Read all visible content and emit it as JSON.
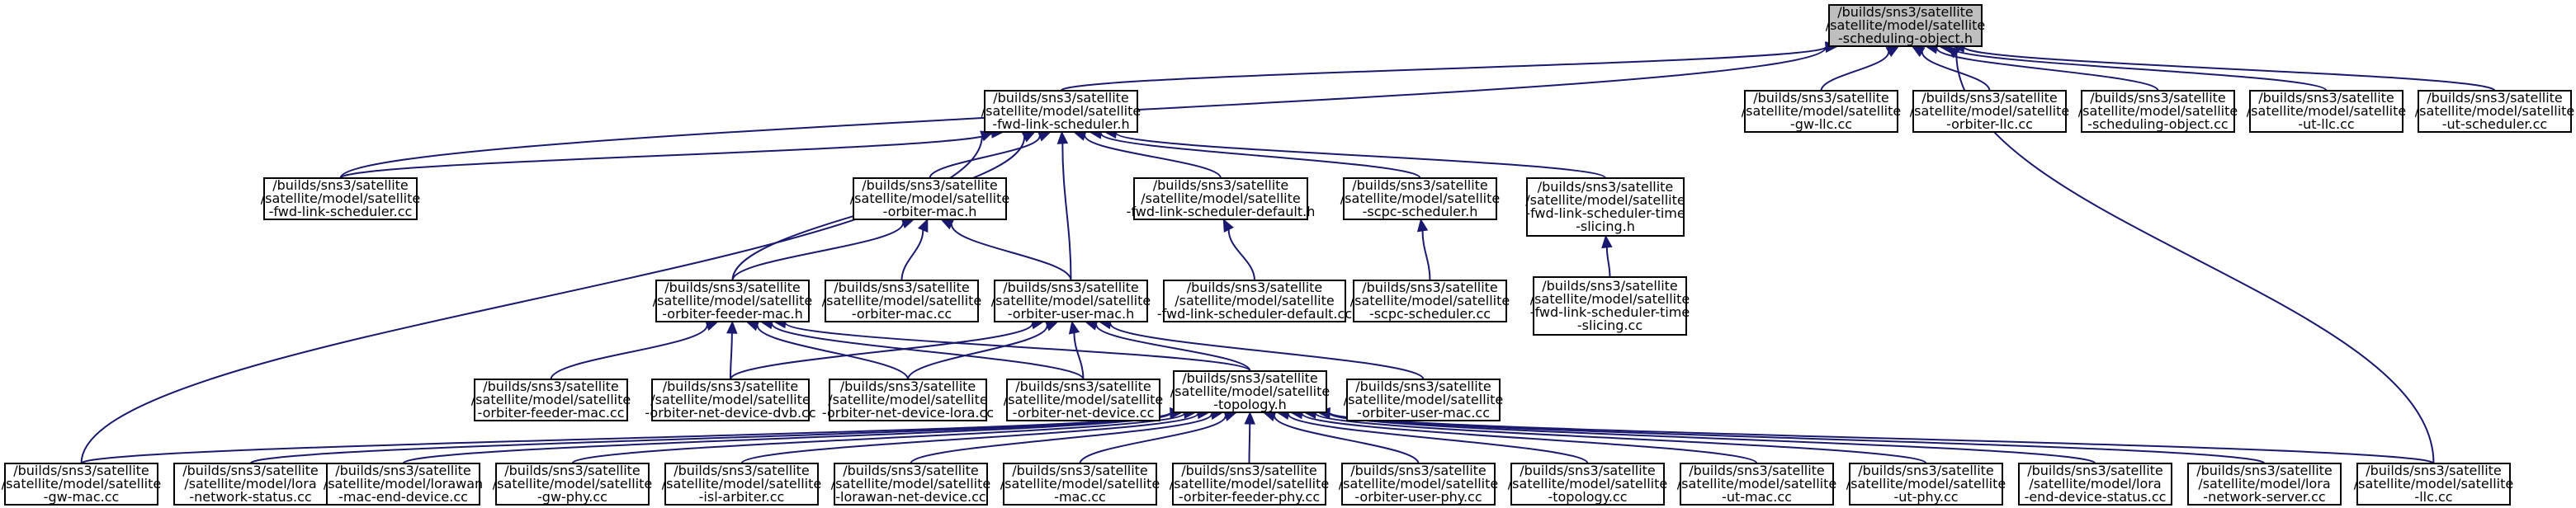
{
  "colors": {
    "edge": "#191970",
    "node_border": "#000000",
    "node_fill": "#ffffff",
    "root_fill": "#bfbfbf"
  },
  "nodes": [
    {
      "id": "n0",
      "lines": [
        "/builds/sns3/satellite",
        "/satellite/model/satellite",
        "-scheduling-object.h"
      ],
      "root": true
    },
    {
      "id": "n1",
      "lines": [
        "/builds/sns3/satellite",
        "/satellite/model/satellite",
        "-fwd-link-scheduler.h"
      ]
    },
    {
      "id": "n2",
      "lines": [
        "/builds/sns3/satellite",
        "/satellite/model/satellite",
        "-gw-llc.cc"
      ]
    },
    {
      "id": "n3",
      "lines": [
        "/builds/sns3/satellite",
        "/satellite/model/satellite",
        "-orbiter-llc.cc"
      ]
    },
    {
      "id": "n4",
      "lines": [
        "/builds/sns3/satellite",
        "/satellite/model/satellite",
        "-scheduling-object.cc"
      ]
    },
    {
      "id": "n5",
      "lines": [
        "/builds/sns3/satellite",
        "/satellite/model/satellite",
        "-ut-llc.cc"
      ]
    },
    {
      "id": "n6",
      "lines": [
        "/builds/sns3/satellite",
        "/satellite/model/satellite",
        "-ut-scheduler.cc"
      ]
    },
    {
      "id": "n7",
      "lines": [
        "/builds/sns3/satellite",
        "/satellite/model/satellite",
        "-fwd-link-scheduler.cc"
      ]
    },
    {
      "id": "n8",
      "lines": [
        "/builds/sns3/satellite",
        "/satellite/model/satellite",
        "-orbiter-mac.h"
      ]
    },
    {
      "id": "n9",
      "lines": [
        "/builds/sns3/satellite",
        "/satellite/model/satellite",
        "-fwd-link-scheduler-default.h"
      ]
    },
    {
      "id": "n10",
      "lines": [
        "/builds/sns3/satellite",
        "/satellite/model/satellite",
        "-scpc-scheduler.h"
      ]
    },
    {
      "id": "n11",
      "lines": [
        "/builds/sns3/satellite",
        "/satellite/model/satellite",
        "-fwd-link-scheduler-time",
        "-slicing.h"
      ]
    },
    {
      "id": "n12",
      "lines": [
        "/builds/sns3/satellite",
        "/satellite/model/satellite",
        "-orbiter-feeder-mac.h"
      ]
    },
    {
      "id": "n13",
      "lines": [
        "/builds/sns3/satellite",
        "/satellite/model/satellite",
        "-orbiter-mac.cc"
      ]
    },
    {
      "id": "n14",
      "lines": [
        "/builds/sns3/satellite",
        "/satellite/model/satellite",
        "-orbiter-user-mac.h"
      ]
    },
    {
      "id": "n15",
      "lines": [
        "/builds/sns3/satellite",
        "/satellite/model/satellite",
        "-fwd-link-scheduler-default.cc"
      ]
    },
    {
      "id": "n16",
      "lines": [
        "/builds/sns3/satellite",
        "/satellite/model/satellite",
        "-scpc-scheduler.cc"
      ]
    },
    {
      "id": "n17",
      "lines": [
        "/builds/sns3/satellite",
        "/satellite/model/satellite",
        "-fwd-link-scheduler-time",
        "-slicing.cc"
      ]
    },
    {
      "id": "n18",
      "lines": [
        "/builds/sns3/satellite",
        "/satellite/model/satellite",
        "-orbiter-feeder-mac.cc"
      ]
    },
    {
      "id": "n19",
      "lines": [
        "/builds/sns3/satellite",
        "/satellite/model/satellite",
        "-orbiter-net-device-dvb.cc"
      ]
    },
    {
      "id": "n20",
      "lines": [
        "/builds/sns3/satellite",
        "/satellite/model/satellite",
        "-orbiter-net-device-lora.cc"
      ]
    },
    {
      "id": "n21",
      "lines": [
        "/builds/sns3/satellite",
        "/satellite/model/satellite",
        "-orbiter-net-device.cc"
      ]
    },
    {
      "id": "n22",
      "lines": [
        "/builds/sns3/satellite",
        "/satellite/model/satellite",
        "-topology.h"
      ]
    },
    {
      "id": "n23",
      "lines": [
        "/builds/sns3/satellite",
        "/satellite/model/satellite",
        "-orbiter-user-mac.cc"
      ]
    },
    {
      "id": "n24",
      "lines": [
        "/builds/sns3/satellite",
        "/satellite/model/satellite",
        "-gw-mac.cc"
      ]
    },
    {
      "id": "n25",
      "lines": [
        "/builds/sns3/satellite",
        "/satellite/model/lora",
        "-network-status.cc"
      ]
    },
    {
      "id": "n26",
      "lines": [
        "/builds/sns3/satellite",
        "/satellite/model/lorawan",
        "-mac-end-device.cc"
      ]
    },
    {
      "id": "n27",
      "lines": [
        "/builds/sns3/satellite",
        "/satellite/model/satellite",
        "-gw-phy.cc"
      ]
    },
    {
      "id": "n28",
      "lines": [
        "/builds/sns3/satellite",
        "/satellite/model/satellite",
        "-isl-arbiter.cc"
      ]
    },
    {
      "id": "n29",
      "lines": [
        "/builds/sns3/satellite",
        "/satellite/model/satellite",
        "-lorawan-net-device.cc"
      ]
    },
    {
      "id": "n30",
      "lines": [
        "/builds/sns3/satellite",
        "/satellite/model/satellite",
        "-mac.cc"
      ]
    },
    {
      "id": "n31",
      "lines": [
        "/builds/sns3/satellite",
        "/satellite/model/satellite",
        "-orbiter-feeder-phy.cc"
      ]
    },
    {
      "id": "n32",
      "lines": [
        "/builds/sns3/satellite",
        "/satellite/model/satellite",
        "-orbiter-user-phy.cc"
      ]
    },
    {
      "id": "n33",
      "lines": [
        "/builds/sns3/satellite",
        "/satellite/model/satellite",
        "-topology.cc"
      ]
    },
    {
      "id": "n34",
      "lines": [
        "/builds/sns3/satellite",
        "/satellite/model/satellite",
        "-ut-mac.cc"
      ]
    },
    {
      "id": "n35",
      "lines": [
        "/builds/sns3/satellite",
        "/satellite/model/satellite",
        "-ut-phy.cc"
      ]
    },
    {
      "id": "n36",
      "lines": [
        "/builds/sns3/satellite",
        "/satellite/model/lora",
        "-end-device-status.cc"
      ]
    },
    {
      "id": "n37",
      "lines": [
        "/builds/sns3/satellite",
        "/satellite/model/lora",
        "-network-server.cc"
      ]
    },
    {
      "id": "n38",
      "lines": [
        "/builds/sns3/satellite",
        "/satellite/model/satellite",
        "-llc.cc"
      ]
    }
  ],
  "edges": [
    [
      "n1",
      "n0"
    ],
    [
      "n2",
      "n0"
    ],
    [
      "n3",
      "n0"
    ],
    [
      "n4",
      "n0"
    ],
    [
      "n5",
      "n0"
    ],
    [
      "n6",
      "n0"
    ],
    [
      "n7",
      "n0"
    ],
    [
      "n38",
      "n0"
    ],
    [
      "n7",
      "n1"
    ],
    [
      "n8",
      "n1"
    ],
    [
      "n9",
      "n1"
    ],
    [
      "n10",
      "n1"
    ],
    [
      "n11",
      "n1"
    ],
    [
      "n12",
      "n1"
    ],
    [
      "n14",
      "n1"
    ],
    [
      "n24",
      "n1"
    ],
    [
      "n12",
      "n8"
    ],
    [
      "n13",
      "n8"
    ],
    [
      "n14",
      "n8"
    ],
    [
      "n15",
      "n9"
    ],
    [
      "n16",
      "n10"
    ],
    [
      "n17",
      "n11"
    ],
    [
      "n18",
      "n12"
    ],
    [
      "n19",
      "n12"
    ],
    [
      "n20",
      "n12"
    ],
    [
      "n21",
      "n12"
    ],
    [
      "n22",
      "n12"
    ],
    [
      "n19",
      "n14"
    ],
    [
      "n20",
      "n14"
    ],
    [
      "n21",
      "n14"
    ],
    [
      "n22",
      "n14"
    ],
    [
      "n23",
      "n14"
    ],
    [
      "n24",
      "n22"
    ],
    [
      "n25",
      "n22"
    ],
    [
      "n26",
      "n22"
    ],
    [
      "n27",
      "n22"
    ],
    [
      "n28",
      "n22"
    ],
    [
      "n29",
      "n22"
    ],
    [
      "n30",
      "n22"
    ],
    [
      "n31",
      "n22"
    ],
    [
      "n32",
      "n22"
    ],
    [
      "n33",
      "n22"
    ],
    [
      "n34",
      "n22"
    ],
    [
      "n35",
      "n22"
    ],
    [
      "n36",
      "n22"
    ],
    [
      "n37",
      "n22"
    ],
    [
      "n38",
      "n22"
    ]
  ]
}
